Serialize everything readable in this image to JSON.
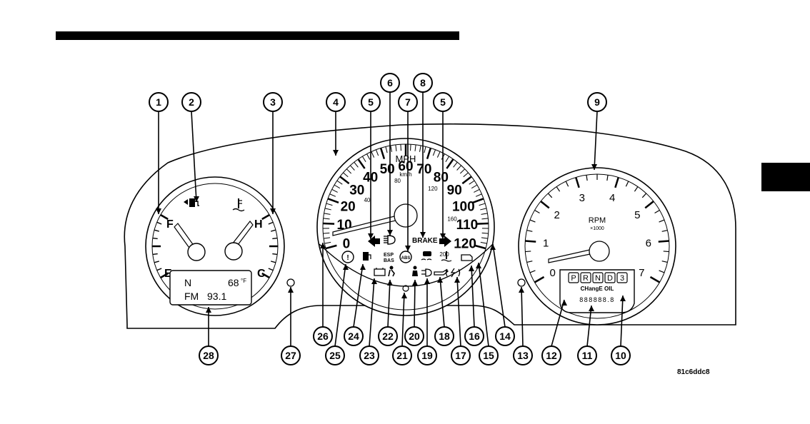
{
  "figure_id": "81c6ddc8",
  "callouts": [
    "1",
    "2",
    "3",
    "4",
    "5",
    "6",
    "7",
    "8",
    "5",
    "9",
    "26",
    "25",
    "24",
    "23",
    "22",
    "21",
    "20",
    "19",
    "18",
    "17",
    "16",
    "15",
    "14",
    "13",
    "12",
    "11",
    "10",
    "27",
    "28"
  ],
  "left_gauge": {
    "fuel_full": "F",
    "fuel_empty": "E",
    "temp_hot": "H",
    "temp_cold": "C",
    "radio_mode": "N",
    "temperature": "68",
    "temperature_unit": "°F",
    "radio_band": "FM",
    "radio_frequency": "93.1"
  },
  "speedometer": {
    "unit_main": "MPH",
    "unit_metric": "km/h",
    "mph_labels": [
      "0",
      "10",
      "20",
      "30",
      "40",
      "50",
      "60",
      "70",
      "80",
      "90",
      "100",
      "110",
      "120"
    ],
    "kmh_labels": [
      "40",
      "80",
      "120",
      "160",
      "200"
    ],
    "brake_label": "BRAKE",
    "esp_label": "ESP",
    "bas_label": "BAS",
    "abs_label": "ABS"
  },
  "tachometer": {
    "labels": [
      "0",
      "1",
      "2",
      "3",
      "4",
      "5",
      "6",
      "7"
    ],
    "unit": "RPM",
    "multiplier": "×1000",
    "gears": [
      "P",
      "R",
      "N",
      "D",
      "3"
    ],
    "message": "CHangE OIL",
    "odometer": "888888.8"
  }
}
